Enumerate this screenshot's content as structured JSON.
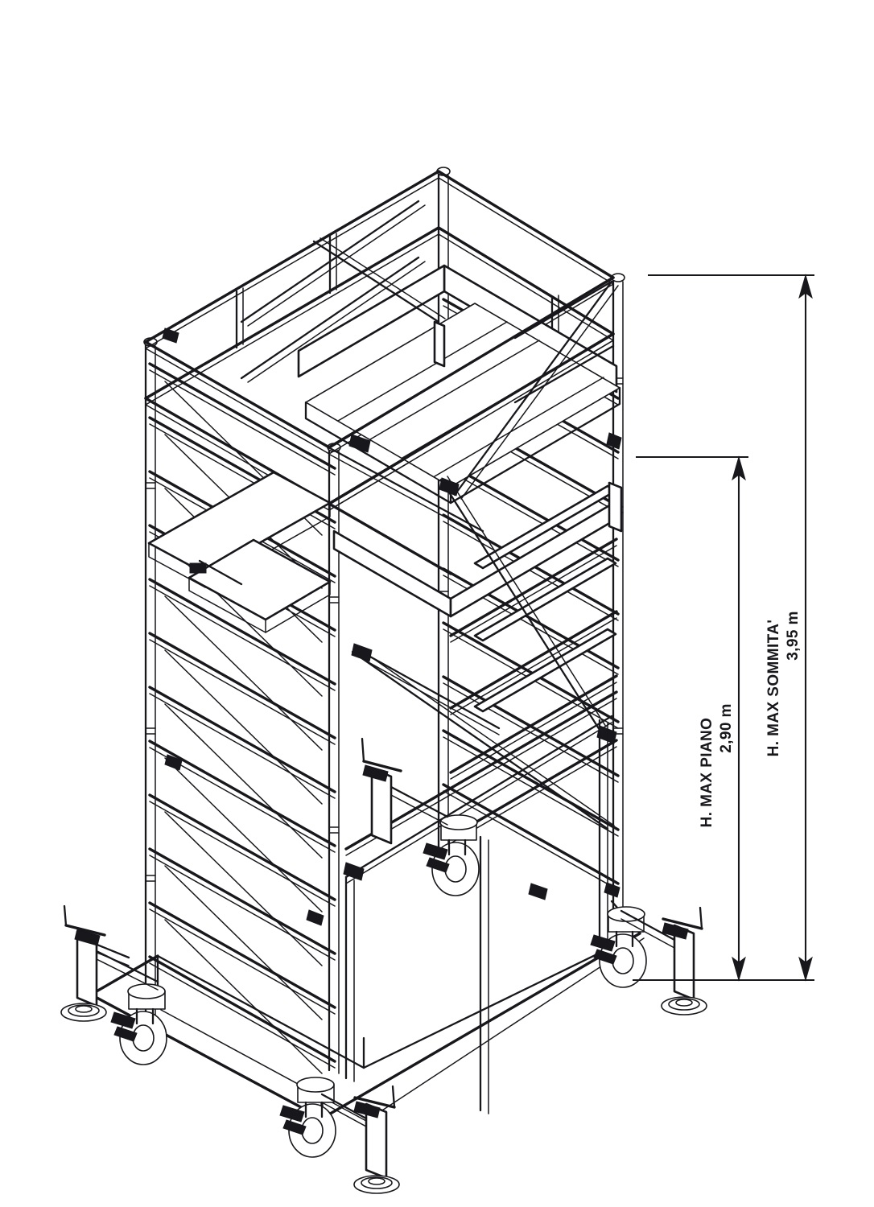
{
  "document": {
    "kind": "technical-drawing",
    "subject": "mobile scaffolding tower",
    "projection": "isometric",
    "background_color": "#ffffff",
    "line_color": "#17171c"
  },
  "dimensions": {
    "platform": {
      "label": "H. MAX PIANO",
      "value": "2,90 m",
      "name": "platform-height-dimension"
    },
    "top": {
      "label": "H. MAX SOMMITA'",
      "value": "3,95 m",
      "name": "top-height-dimension"
    },
    "ground_reference_label": ""
  },
  "components": {
    "guardrail": "guardrail",
    "toe_board": "toe-board",
    "platform_deck": "platform-deck",
    "ladder_frame": "ladder-frame",
    "diagonal_brace": "diagonal-brace",
    "horizontal_brace": "horizontal-brace",
    "vertical_post": "vertical-post",
    "caster": "caster-wheel",
    "caster_brake": "caster-brake",
    "outrigger_arm": "outrigger-arm",
    "outrigger_leg": "outrigger-leg",
    "outrigger_base_plate": "outrigger-base-plate",
    "outrigger_handle": "outrigger-t-handle",
    "coupler": "coupler-clamp",
    "base_frame": "base-frame"
  },
  "chart_data": {
    "type": "table",
    "title": "Scaffolding tower heights",
    "categories": [
      "H. MAX PIANO",
      "H. MAX SOMMITA'"
    ],
    "values": [
      2.9,
      3.95
    ],
    "unit": "m",
    "xlabel": "",
    "ylabel": "height"
  }
}
